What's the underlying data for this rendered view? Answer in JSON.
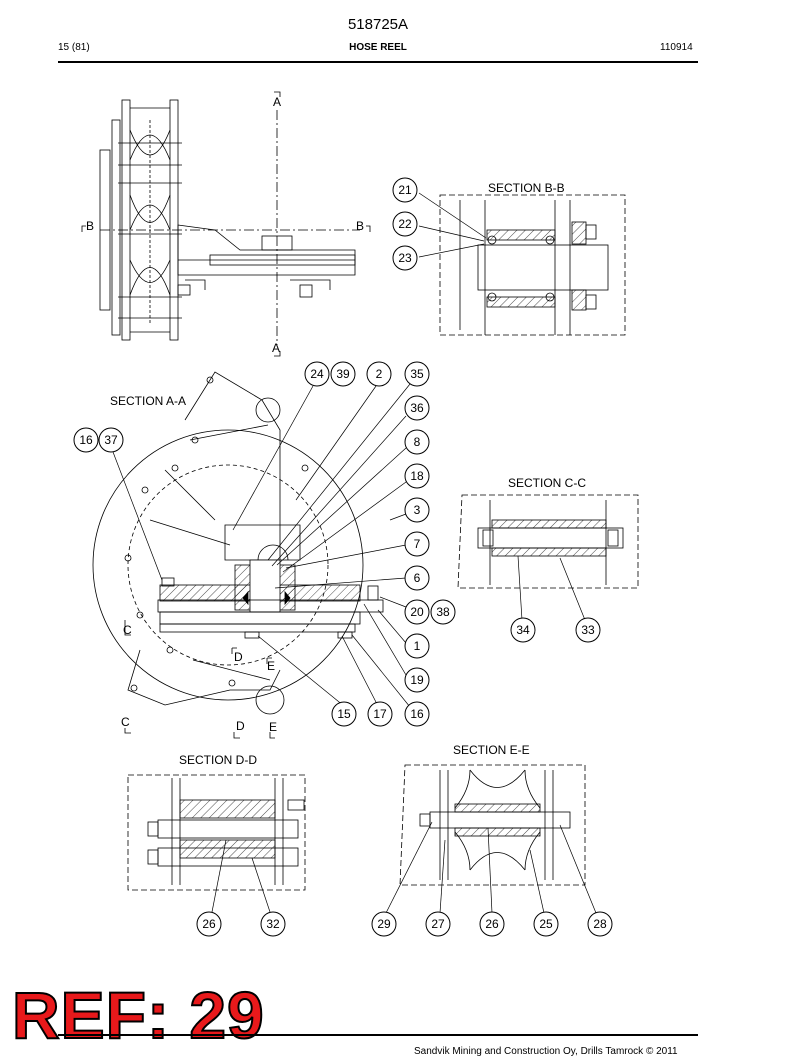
{
  "header": {
    "doc_number": "518725A",
    "page": "15 (81)",
    "title": "HOSE REEL",
    "date": "110914"
  },
  "sections": {
    "bb": "SECTION B-B",
    "aa": "SECTION A-A",
    "cc": "SECTION C-C",
    "dd": "SECTION D-D",
    "ee": "SECTION E-E"
  },
  "view_marks": [
    "A",
    "A",
    "B",
    "B",
    "C",
    "C",
    "D",
    "D",
    "E",
    "E"
  ],
  "callouts": [
    "21",
    "22",
    "23",
    "24",
    "39",
    "2",
    "35",
    "36",
    "8",
    "18",
    "3",
    "7",
    "6",
    "20",
    "38",
    "1",
    "19",
    "16",
    "37",
    "15",
    "17",
    "16",
    "34",
    "33",
    "26",
    "32",
    "29",
    "27",
    "26",
    "25",
    "28"
  ],
  "stamp": "REF: 29",
  "footer": {
    "copyright": "Sandvik Mining and Construction Oy, Drills Tamrock © 2011"
  }
}
